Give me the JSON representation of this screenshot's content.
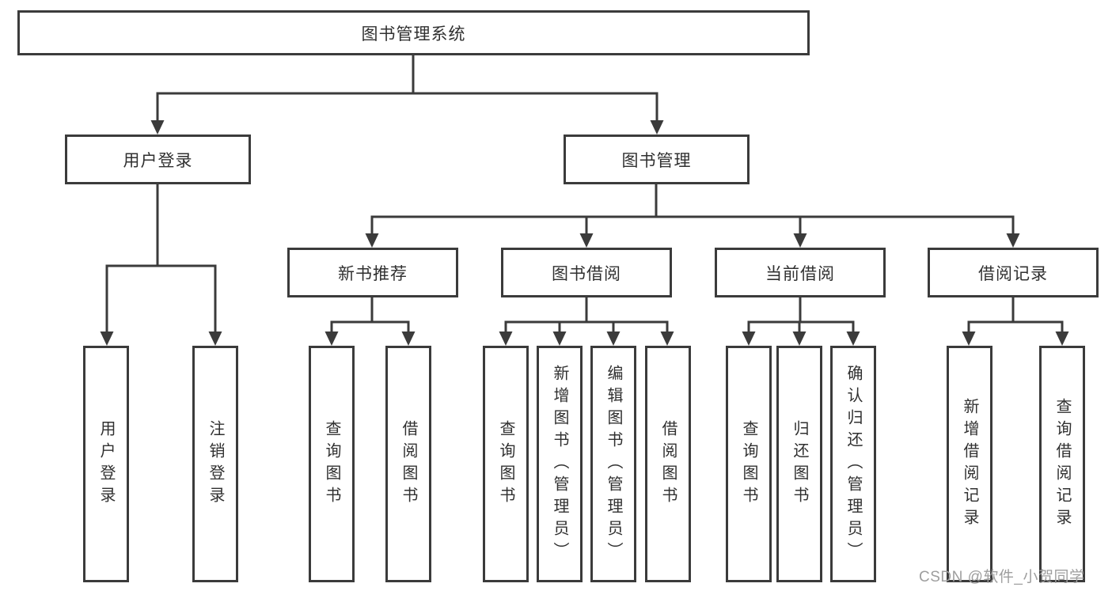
{
  "diagram_title": "图书管理系统",
  "nodes": {
    "root": {
      "label": "图书管理系统"
    },
    "user_login": {
      "label": "用户登录"
    },
    "book_mgmt": {
      "label": "图书管理"
    },
    "new_book_rec": {
      "label": "新书推荐"
    },
    "book_borrow": {
      "label": "图书借阅"
    },
    "current_borrow": {
      "label": "当前借阅"
    },
    "borrow_records": {
      "label": "借阅记录"
    },
    "leaf_user_login": {
      "label": "用户登录"
    },
    "leaf_logout": {
      "label": "注销登录"
    },
    "leaf_nbr_query": {
      "label": "查询图书"
    },
    "leaf_nbr_borrow": {
      "label": "借阅图书"
    },
    "leaf_bb_query": {
      "label": "查询图书"
    },
    "leaf_bb_add": {
      "label": "新增图书（管理员）"
    },
    "leaf_bb_edit": {
      "label": "编辑图书（管理员）"
    },
    "leaf_bb_borrow": {
      "label": "借阅图书"
    },
    "leaf_cb_query": {
      "label": "查询图书"
    },
    "leaf_cb_return": {
      "label": "归还图书"
    },
    "leaf_cb_confirm": {
      "label": "确认归还（管理员）"
    },
    "leaf_br_add": {
      "label": "新增借阅记录"
    },
    "leaf_br_query": {
      "label": "查询借阅记录"
    }
  },
  "hierarchy": {
    "图书管理系统": {
      "用户登录": [
        "用户登录",
        "注销登录"
      ],
      "图书管理": {
        "新书推荐": [
          "查询图书",
          "借阅图书"
        ],
        "图书借阅": [
          "查询图书",
          "新增图书（管理员）",
          "编辑图书（管理员）",
          "借阅图书"
        ],
        "当前借阅": [
          "查询图书",
          "归还图书",
          "确认归还（管理员）"
        ],
        "借阅记录": [
          "新增借阅记录",
          "查询借阅记录"
        ]
      }
    }
  },
  "watermark": {
    "text": "CSDN @软件_小贺同学"
  },
  "colors": {
    "line": "#3b3b3b",
    "border": "#3b3b3b",
    "text": "#303030",
    "watermark": "#9e9e9e",
    "background": "#ffffff"
  }
}
